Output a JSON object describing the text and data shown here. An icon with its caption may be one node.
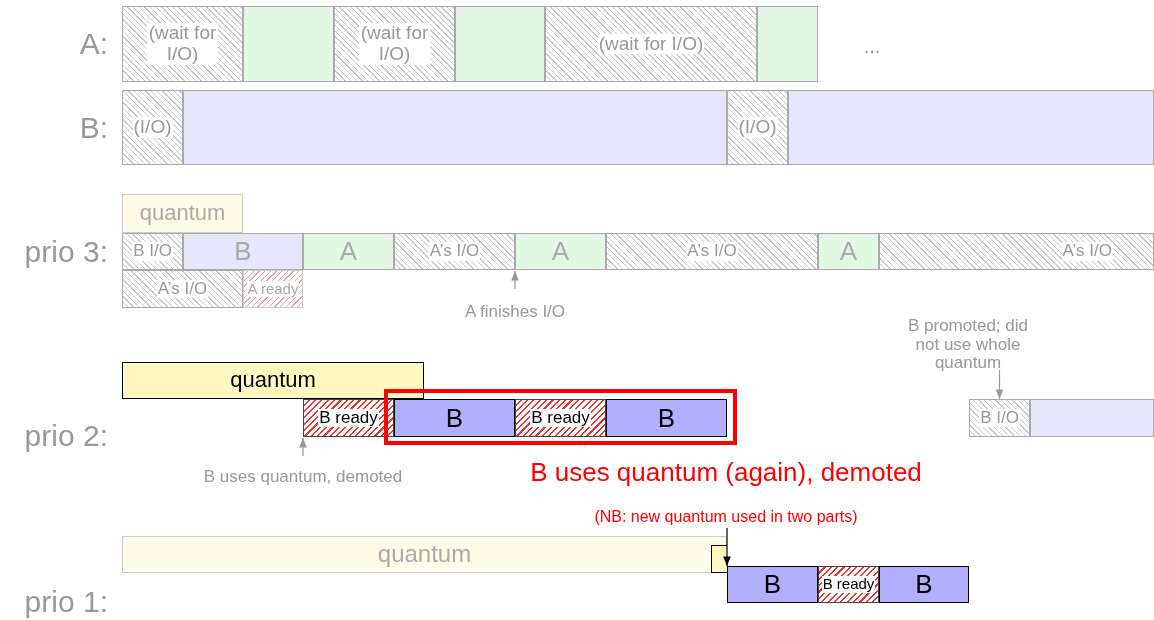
{
  "diagram": {
    "nodes": [
      {
        "text": [
          "(wait for I/O)"
        ]
      },
      {
        "text": [],
        "shape": "box"
      },
      {
        "text": [
          "(wait for I/O)"
        ]
      },
      {
        "text": [],
        "shape": "box"
      },
      {
        "text": [
          "(wait for I/O)"
        ]
      },
      {
        "text": [],
        "shape": "box"
      },
      {
        "text": [
          "(I/O)"
        ]
      },
      {
        "text": [],
        "shape": "box"
      },
      {
        "text": [
          "(I/O)"
        ]
      },
      {
        "text": [],
        "shape": "box"
      },
      {
        "text": [
          "quantum"
        ]
      },
      {
        "text": [
          "B I/O"
        ]
      },
      {
        "text": [
          "B"
        ]
      },
      {
        "text": [
          "A"
        ]
      },
      {
        "text": [
          "A’s I/O"
        ]
      },
      {
        "text": [
          "A"
        ]
      },
      {
        "text": [
          "A’s I/O"
        ]
      },
      {
        "text": [
          "A"
        ]
      },
      {
        "text": [
          "A’s I/O"
        ]
      },
      {
        "text": [
          "A’s I/O"
        ]
      },
      {
        "text": [
          "A ready"
        ]
      },
      {
        "text": [
          "A finishes I/O"
        ]
      },
      {
        "text": [
          "B promoted; did not use whole quantum"
        ]
      },
      {
        "text": [
          "quantum"
        ]
      },
      {
        "text": [
          "B ready"
        ]
      },
      {
        "text": [
          "B"
        ]
      },
      {
        "text": [
          "B ready"
        ]
      },
      {
        "text": [
          "B"
        ]
      },
      {
        "text": [
          "B I/O"
        ]
      },
      {
        "text": [],
        "shape": "box"
      },
      {
        "text": [
          "B uses quantum, demoted"
        ]
      },
      {
        "text": [
          "(NB: new quantum used in two parts)"
        ]
      },
      {
        "text": [
          "quantum"
        ]
      },
      {
        "text": [
          "B"
        ]
      },
      {
        "text": [
          "B ready"
        ]
      },
      {
        "text": [
          "B"
        ]
      }
    ],
    "edges": [
      {
        "from": 21,
        "to": 15,
        "arrow": "to"
      },
      {
        "from": 22,
        "to": 28,
        "arrow": "to"
      },
      {
        "from": 30,
        "to": 24,
        "arrow": "to"
      },
      {
        "from": 31,
        "to": 33,
        "arrow": "to",
        "color": "#000000"
      }
    ],
    "labels": [
      "A:",
      "...",
      "B:",
      "prio 3:",
      "prio 2:",
      "B uses quantum (again), demoted",
      "prio 1:"
    ]
  }
}
